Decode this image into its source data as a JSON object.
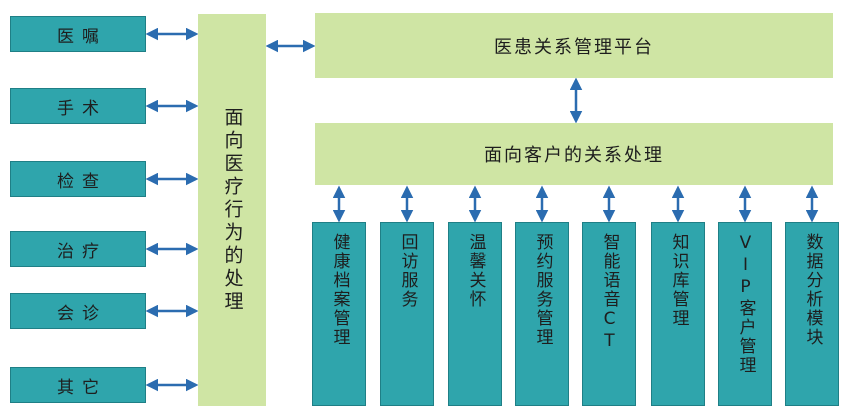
{
  "medical_actions": [
    {
      "label": "医嘱"
    },
    {
      "label": "手术"
    },
    {
      "label": "检查"
    },
    {
      "label": "治疗"
    },
    {
      "label": "会诊"
    },
    {
      "label": "其它"
    }
  ],
  "medical_behavior_processing": {
    "label": "面向医疗行为的处理"
  },
  "platform": {
    "label": "医患关系管理平台"
  },
  "customer_processing": {
    "label": "面向客户的关系处理"
  },
  "modules": [
    {
      "label": "健康档案管理"
    },
    {
      "label": "回访服务"
    },
    {
      "label": "温馨关怀"
    },
    {
      "label": "预约服务管理"
    },
    {
      "label": "智能语音CT"
    },
    {
      "label": "知识库管理"
    },
    {
      "label": "VIP客户管理"
    },
    {
      "label": "数据分析模块"
    }
  ],
  "colors": {
    "teal": "#2fa5ac",
    "light_green": "#cfe5a4",
    "arrow": "#2b6cb0"
  }
}
